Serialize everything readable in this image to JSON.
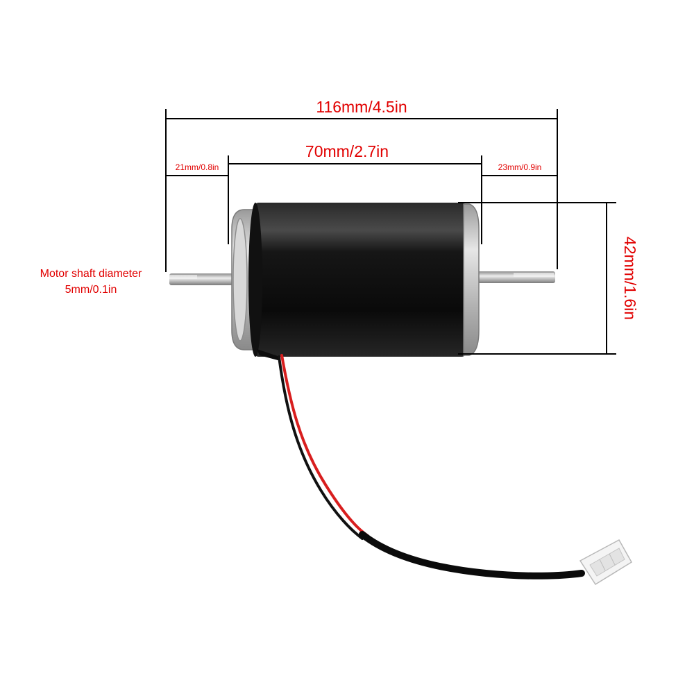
{
  "dimensions": {
    "overall_length": "116mm/4.5in",
    "body_length": "70mm/2.7in",
    "left_shaft_length": "21mm/0.8in",
    "right_shaft_length": "23mm/0.9in",
    "body_diameter": "42mm/1.6in"
  },
  "shaft_note": {
    "line1": "Motor shaft diameter",
    "line2": "5mm/0.1in"
  },
  "colors": {
    "label": "#e10000",
    "dimension_line": "#000000",
    "motor_body": "#0d0d0d",
    "end_cap": "#c8c8c8",
    "shaft": "#bdbdbd",
    "wire_red": "#d81e1e",
    "wire_black": "#111111",
    "connector": "#f2f2f2"
  }
}
